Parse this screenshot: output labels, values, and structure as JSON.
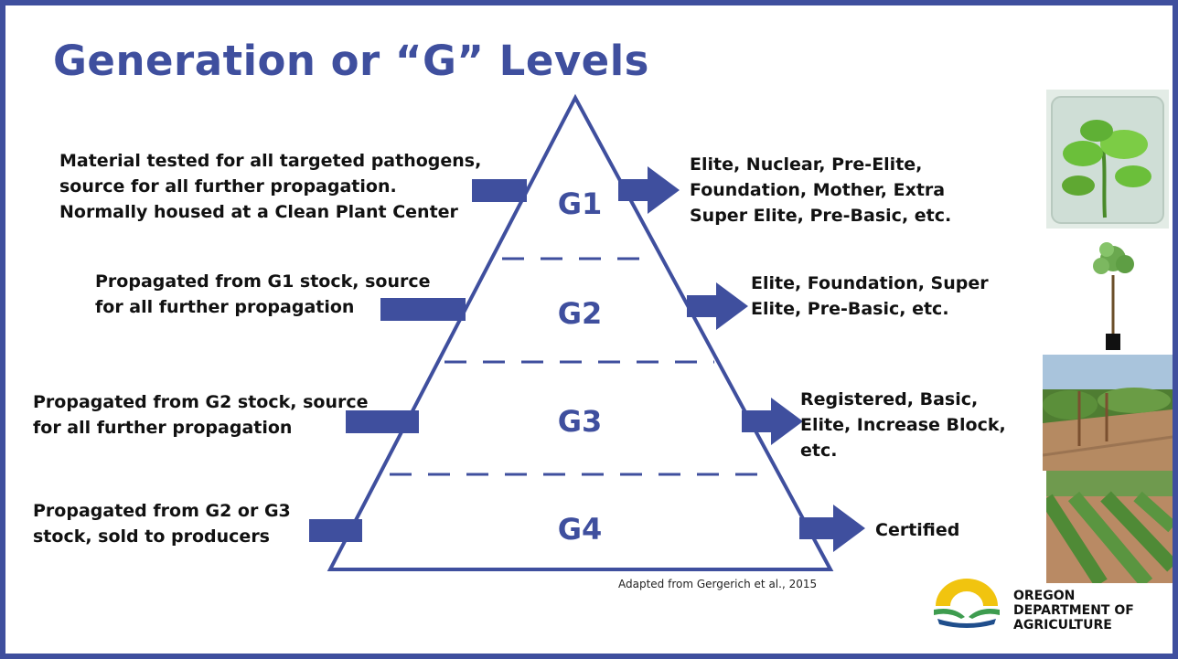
{
  "title": "Generation or “G” Levels",
  "levels": [
    {
      "name": "G1",
      "description": [
        "Material tested for all targeted pathogens,",
        "source for all further propagation.",
        "Normally housed at a Clean Plant Center"
      ],
      "synonyms": [
        "Elite, Nuclear, Pre-Elite,",
        "Foundation, Mother, Extra",
        "Super Elite, Pre-Basic, etc."
      ]
    },
    {
      "name": "G2",
      "description": [
        "Propagated from G1 stock, source",
        "for all further propagation"
      ],
      "synonyms": [
        "Elite, Foundation, Super",
        "Elite, Pre-Basic, etc."
      ]
    },
    {
      "name": "G3",
      "description": [
        "Propagated from G2 stock, source",
        "for all further propagation"
      ],
      "synonyms": [
        "Registered, Basic,",
        "Elite, Increase  Block,",
        "etc."
      ]
    },
    {
      "name": "G4",
      "description": [
        "Propagated from G2 or G3",
        "stock, sold to producers"
      ],
      "synonyms": [
        "Certified"
      ]
    }
  ],
  "credit": "Adapted from Gergerich et al., 2015",
  "logo": {
    "lines": [
      "OREGON",
      "DEPARTMENT OF",
      "AGRICULTURE"
    ],
    "colors": {
      "sun": "#f1c40f",
      "land": "#3e9c4f",
      "water": "#1f4e8c"
    }
  },
  "photos": [
    "tissue-culture-plantlet-photo",
    "potted-grapevine-photo",
    "vineyard-trellis-photo",
    "nursery-rows-photo"
  ],
  "colors": {
    "accent": "#3f4f9e",
    "arrow": "#3f4f9e",
    "text": "#111111",
    "background": "#ffffff"
  }
}
